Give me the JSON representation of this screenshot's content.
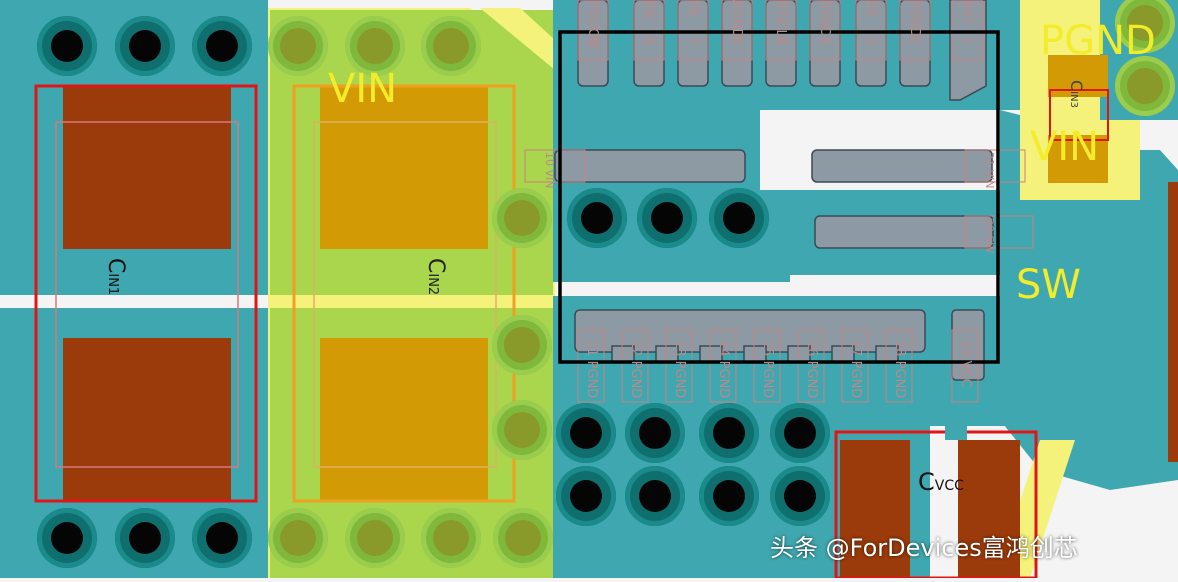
{
  "colors": {
    "copper_teal": "#3fa7b0",
    "vin_pour": "#a9d64c",
    "yellow_zone": "#f4f27a",
    "cap_pad_red": "#9b3a0a",
    "cap_pad_orange": "#d29b06",
    "outline_red": "#e01616",
    "outline_orange": "#f0a020",
    "pin_gray": "#8e9aa3",
    "ic_outline": "#000000",
    "label_yellow": "#f2ec2a"
  },
  "net_labels": {
    "vin_left": "VIN",
    "pgnd": "PGND",
    "vin_right": "VIN",
    "sw": "SW"
  },
  "components": {
    "cin1": "C",
    "cin1_sub": "IN1",
    "cin2": "C",
    "cin2_sub": "IN2",
    "cin3": "C",
    "cin3_sub": "IN3",
    "cvcc": "C",
    "cvcc_sub": "VCC"
  },
  "pins_top": [
    {
      "num": "9",
      "name": "PGOOD"
    },
    {
      "num": "8",
      "name": "EN"
    },
    {
      "num": "7",
      "name": "FB"
    },
    {
      "num": "6",
      "name": "AGND"
    },
    {
      "num": "5",
      "name": "RT/CLK"
    },
    {
      "num": "4",
      "name": "SYNC"
    },
    {
      "num": "3",
      "name": "SS"
    },
    {
      "num": "2",
      "name": "PGND"
    },
    {
      "num": "1",
      "name": "BST"
    }
  ],
  "pins_side": [
    {
      "num": "10",
      "name": "VIN"
    },
    {
      "num": "21",
      "name": "VIN"
    },
    {
      "num": "20",
      "name": "SW"
    }
  ],
  "pins_bottom": [
    {
      "num": "11",
      "name": "PGND"
    },
    {
      "num": "12",
      "name": "PGND"
    },
    {
      "num": "13",
      "name": "PGND"
    },
    {
      "num": "14",
      "name": "PGND"
    },
    {
      "num": "15",
      "name": "PGND"
    },
    {
      "num": "16",
      "name": "PGND"
    },
    {
      "num": "17",
      "name": "PGND"
    },
    {
      "num": "18",
      "name": "PGND"
    },
    {
      "num": "19",
      "name": "VCC"
    }
  ],
  "watermark": "头条 @ForDevices富鸿创芯"
}
